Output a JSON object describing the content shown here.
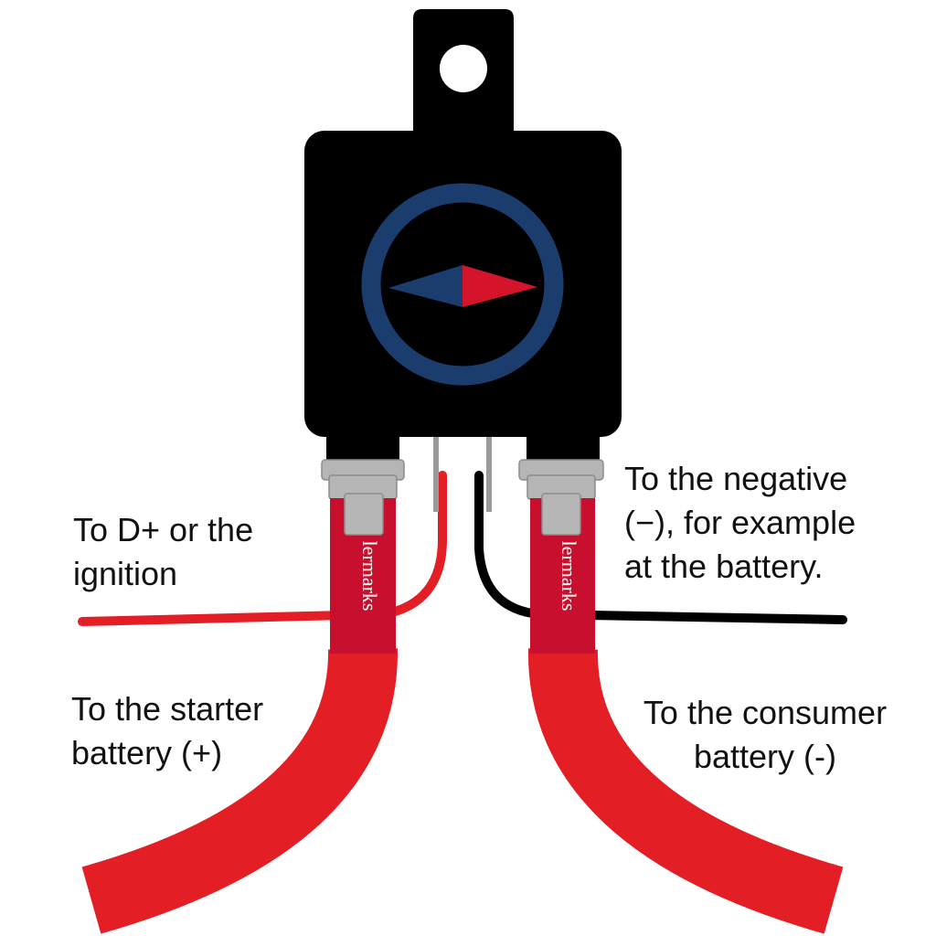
{
  "colors": {
    "relay_body": "#000000",
    "dial_ring": "#1b3d6e",
    "needle_blue": "#1b3d6e",
    "needle_red": "#d4142a",
    "cable_red": "#e31e24",
    "sleeve_red": "#c8102e",
    "nut_grey": "#b5b5b5",
    "wire_black": "#000000",
    "pin_grey": "#9a9a9a"
  },
  "relay": {
    "icon": "compass-needle-icon",
    "sleeve_brand_left": "lermarks",
    "sleeve_brand_right": "lermarks"
  },
  "labels": {
    "dplus": [
      "To D+ or the",
      "ignition"
    ],
    "negative": [
      "To the negative",
      "(−), for example",
      "at the battery."
    ],
    "starter": [
      "To the starter",
      "battery (+)"
    ],
    "consumer": [
      "To the consumer",
      "battery (-)"
    ]
  }
}
